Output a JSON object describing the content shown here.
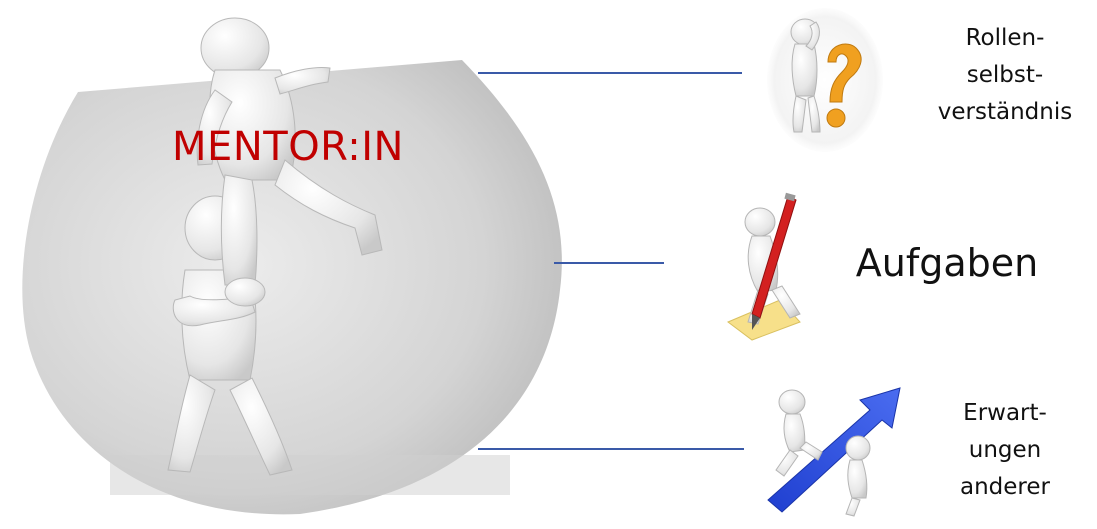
{
  "main": {
    "title": "MENTOR:IN",
    "title_color": "#c00000"
  },
  "items": [
    {
      "id": "rolle",
      "icon": "question-mark-figure-icon",
      "lines": [
        "Rollen-",
        "selbst-",
        "verständnis"
      ]
    },
    {
      "id": "aufgaben",
      "icon": "writing-pencil-figure-icon",
      "lines": [
        "Aufgaben"
      ]
    },
    {
      "id": "erwartungen",
      "icon": "arrow-helping-figures-icon",
      "lines": [
        "Erwart-",
        "ungen",
        "anderer"
      ]
    }
  ],
  "colors": {
    "connector": "#3a5aa8",
    "figure": "#f2f2f2",
    "background_disc": "#d9d9d9",
    "question_mark": "#f0a020",
    "pencil": "#d32020",
    "arrow": "#2a50e0"
  }
}
